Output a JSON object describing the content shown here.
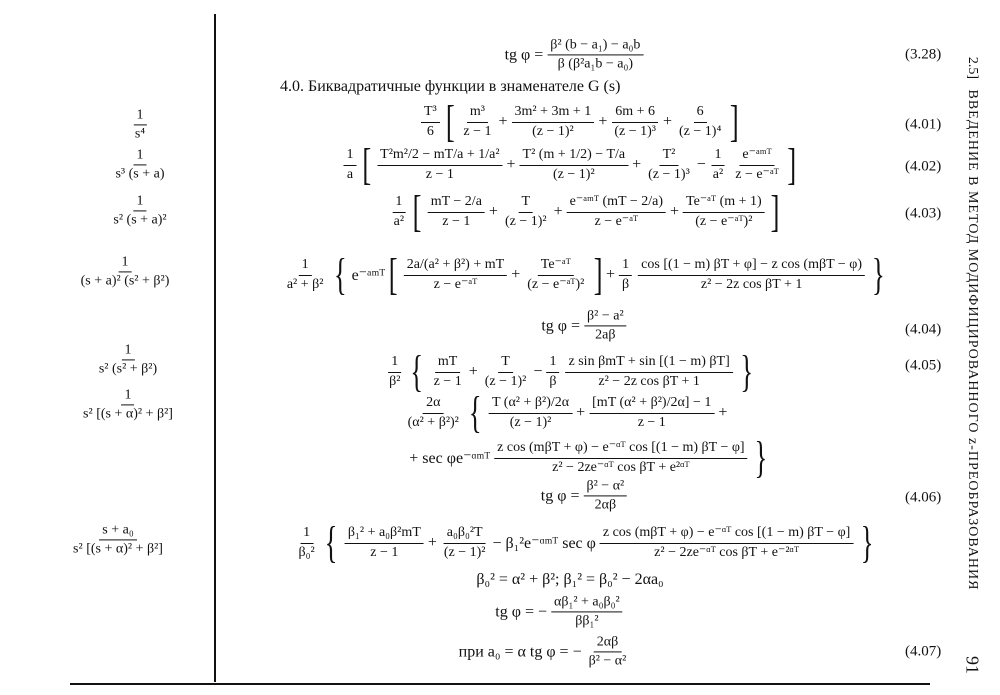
{
  "header": {
    "section": "2.5]",
    "running_title": "ВВЕДЕНИЕ В МЕТОД МОДИФИЦИРОВАННОГО z-ПРЕОБРАЗОВАНИЯ",
    "page_number": "91"
  },
  "heading": "4.0. Биквадратичные функции в знаменателе G (s)",
  "transforms": [
    {
      "id": "t401",
      "tokens": [
        {
          "n": "1",
          "d": "s⁴"
        }
      ]
    },
    {
      "id": "t402",
      "tokens": [
        {
          "n": "1",
          "d": "s³ (s + a)"
        }
      ]
    },
    {
      "id": "t403",
      "tokens": [
        {
          "n": "1",
          "d": "s² (s + a)²"
        }
      ]
    },
    {
      "id": "t404",
      "tokens": [
        {
          "n": "1",
          "d": "(s + a)² (s² + β²)"
        }
      ]
    },
    {
      "id": "t405",
      "tokens": [
        {
          "n": "1",
          "d": "s² (s² + β²)"
        }
      ]
    },
    {
      "id": "t406",
      "tokens": [
        {
          "n": "1",
          "d": "s² [(s + α)² + β²]"
        }
      ]
    },
    {
      "id": "t407",
      "tokens": [
        {
          "n": "s + a₀",
          "d": "s² [(s + α)² + β²]"
        }
      ]
    }
  ],
  "formulas": [
    {
      "id": "f328",
      "tokens": [
        {
          "t": "tg φ ="
        },
        {
          "n": "β² (b − a₁) − a₀b",
          "d": "β (β²a₁b − a₀)"
        }
      ]
    },
    {
      "id": "f401",
      "tokens": [
        {
          "n": "T³",
          "d": "6"
        },
        {
          "b": "["
        },
        {
          "n": "m³",
          "d": "z − 1"
        },
        {
          "t": "+"
        },
        {
          "n": "3m² + 3m + 1",
          "d": "(z − 1)²"
        },
        {
          "t": "+"
        },
        {
          "n": "6m + 6",
          "d": "(z − 1)³"
        },
        {
          "t": "+"
        },
        {
          "n": "6",
          "d": "(z − 1)⁴"
        },
        {
          "b": "]"
        }
      ]
    },
    {
      "id": "f402",
      "tokens": [
        {
          "n": "1",
          "d": "a"
        },
        {
          "b": "["
        },
        {
          "n": "T²m²/2 − mT/a + 1/a²",
          "d": "z − 1"
        },
        {
          "t": "+"
        },
        {
          "n": "T² (m + 1/2) − T/a",
          "d": "(z − 1)²"
        },
        {
          "t": "+"
        },
        {
          "n": "T²",
          "d": "(z − 1)³"
        },
        {
          "t": "−"
        },
        {
          "n": "1",
          "d": "a²"
        },
        {
          "n": "e⁻ᵃᵐᵀ",
          "d": "z − e⁻ᵃᵀ"
        },
        {
          "b": "]"
        }
      ]
    },
    {
      "id": "f403",
      "tokens": [
        {
          "n": "1",
          "d": "a²"
        },
        {
          "b": "["
        },
        {
          "n": "mT − 2/a",
          "d": "z − 1"
        },
        {
          "t": "+"
        },
        {
          "n": "T",
          "d": "(z − 1)²"
        },
        {
          "t": "+"
        },
        {
          "n": "e⁻ᵃᵐᵀ (mT − 2/a)",
          "d": "z − e⁻ᵃᵀ"
        },
        {
          "t": "+"
        },
        {
          "n": "Te⁻ᵃᵀ (m + 1)",
          "d": "(z − e⁻ᵃᵀ)²"
        },
        {
          "b": "]"
        }
      ]
    },
    {
      "id": "f404a",
      "tokens": [
        {
          "n": "1",
          "d": "a² + β²"
        },
        {
          "b": "{"
        },
        {
          "t": "e⁻ᵃᵐᵀ"
        },
        {
          "b": "["
        },
        {
          "n": "2a/(a² + β²) + mT",
          "d": "z − e⁻ᵃᵀ"
        },
        {
          "t": "+"
        },
        {
          "n": "Te⁻ᵃᵀ",
          "d": "(z − e⁻ᵃᵀ)²"
        },
        {
          "b": "]"
        },
        {
          "t": "+"
        },
        {
          "n": "1",
          "d": "β"
        },
        {
          "n": "cos [(1 − m) βT + φ] − z cos (mβT − φ)",
          "d": "z² − 2z cos βT + 1"
        },
        {
          "b": "}"
        }
      ]
    },
    {
      "id": "f404b",
      "tokens": [
        {
          "t": "tg φ ="
        },
        {
          "n": "β² − a²",
          "d": "2aβ"
        }
      ]
    },
    {
      "id": "f405",
      "tokens": [
        {
          "n": "1",
          "d": "β²"
        },
        {
          "b": "{"
        },
        {
          "n": "mT",
          "d": "z − 1"
        },
        {
          "t": "+"
        },
        {
          "n": "T",
          "d": "(z − 1)²"
        },
        {
          "t": "−"
        },
        {
          "n": "1",
          "d": "β"
        },
        {
          "n": "z sin βmT + sin [(1 − m) βT]",
          "d": "z² − 2z cos βT + 1"
        },
        {
          "b": "}"
        }
      ]
    },
    {
      "id": "f406a",
      "tokens": [
        {
          "n": "2α",
          "d": "(α² + β²)²"
        },
        {
          "b": "{"
        },
        {
          "n": "T (α² + β²)/2α",
          "d": "(z − 1)²"
        },
        {
          "t": "+"
        },
        {
          "n": "[mT (α² + β²)/2α] − 1",
          "d": "z − 1"
        },
        {
          "t": "+"
        }
      ]
    },
    {
      "id": "f406b",
      "tokens": [
        {
          "t": "+ sec φe⁻ᵅᵐᵀ"
        },
        {
          "n": "z cos (mβT + φ) − e⁻ᵅᵀ cos [(1 − m) βT − φ]",
          "d": "z² − 2ze⁻ᵅᵀ cos βT + e²ᵅᵀ"
        },
        {
          "b": "}"
        }
      ]
    },
    {
      "id": "f406c",
      "tokens": [
        {
          "t": "tg φ ="
        },
        {
          "n": "β² − α²",
          "d": "2αβ"
        }
      ]
    },
    {
      "id": "f407a",
      "tokens": [
        {
          "n": "1",
          "d": "β₀²"
        },
        {
          "b": "{"
        },
        {
          "n": "β₁² + a₀β²mT",
          "d": "z − 1"
        },
        {
          "t": "+"
        },
        {
          "n": "a₀β₀²T",
          "d": "(z − 1)²"
        },
        {
          "t": "− β₁²e⁻ᵅᵐᵀ sec φ"
        },
        {
          "n": "z cos (mβT + φ) − e⁻ᵅᵀ cos [(1 − m) βT − φ]",
          "d": "z² − 2ze⁻ᵅᵀ cos βT + e⁻²ᵅᵀ"
        },
        {
          "b": "}"
        }
      ]
    },
    {
      "id": "f407b",
      "tokens": [
        {
          "t": "β₀² = α² + β²;    β₁² = β₀² − 2αa₀"
        }
      ]
    },
    {
      "id": "f407c",
      "tokens": [
        {
          "t": "tg φ = −"
        },
        {
          "n": "αβ₁² + a₀β₀²",
          "d": "ββ₁²"
        }
      ]
    },
    {
      "id": "f407d",
      "tokens": [
        {
          "t": "при  a₀ = α     tg φ = −"
        },
        {
          "n": "2αβ",
          "d": "β² − α²"
        }
      ]
    }
  ],
  "equation_numbers": [
    "(3.28)",
    "(4.01)",
    "(4.02)",
    "(4.03)",
    "(4.04)",
    "(4.05)",
    "(4.06)",
    "(4.07)"
  ]
}
